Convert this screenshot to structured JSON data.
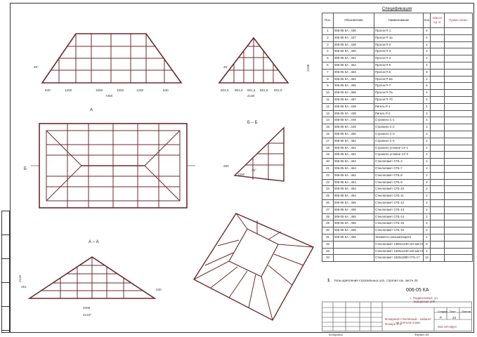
{
  "spec": {
    "title": "Спецификация",
    "headers": [
      "Поз.",
      "Обозначение",
      "Наименование",
      "Кол.",
      "Масса ед. кг",
      "Приме-чание"
    ],
    "rows": [
      [
        "1",
        "006-05 КА ..л36",
        "Прогон П-1",
        "4"
      ],
      [
        "2",
        "006-05 КА ..л37",
        "Прогон П-1а",
        "4"
      ],
      [
        "3",
        "006-05 КА ..л38",
        "Прогон П-2",
        "2"
      ],
      [
        "4",
        "006-05 КА ..л60",
        "Прогон П-3",
        "2"
      ],
      [
        "5",
        "006-05 КА ..л61",
        "Прогон П-4",
        "2"
      ],
      [
        "6",
        "006-05 КА ..л62",
        "Прогон П-5",
        "4"
      ],
      [
        "7",
        "006-05 КА ..л63",
        "Прогон П-6",
        "8"
      ],
      [
        "8",
        "006-05 КА ..л64",
        "Прогон П-6а",
        "2"
      ],
      [
        "9",
        "006-05 КА ..л65",
        "Прогон П-7",
        "6"
      ],
      [
        "10",
        "006-05 КА ..л66",
        "Прогон П-7а",
        "4"
      ],
      [
        "11",
        "006-05 КА ..л67",
        "Прогон П-7б",
        "4"
      ],
      [
        "12",
        "006-05 КА ..л38",
        "Ригель Р-1",
        "1"
      ],
      [
        "13",
        "006-05 КА ..л39",
        "Ригель Р-2",
        "2"
      ],
      [
        "14",
        "006-05 КА ..л48",
        "Стропило С-1",
        "4"
      ],
      [
        "15",
        "006-05 КА ..л49",
        "Стропило С-2",
        "4"
      ],
      [
        "16",
        "006-05 КА ..л50",
        "Стропило С-3",
        "2"
      ],
      [
        "17",
        "006-05 КА ..л52",
        "Стропило С-4",
        "2"
      ],
      [
        "18",
        "006-05 КА ..л51",
        "Стропило угловое СУ-1",
        "4"
      ],
      [
        "19",
        "006-05 КА ..л51",
        "Стропило угловое СУ-2",
        "4"
      ],
      [
        "20",
        "006-05 КА ..л64",
        "Стеклопакет СП1-4",
        "2"
      ],
      [
        "21",
        "006-05 КА ..л64",
        "Стеклопакет СП1-7",
        "2"
      ],
      [
        "22",
        "006-05 КА ..л64",
        "Стеклопакет СП1-8",
        "2"
      ],
      [
        "23",
        "006-05 КА ..л64",
        "Стеклопакет СП1-9",
        "2"
      ],
      [
        "24",
        "006-05 КА ..л64",
        "Стеклопакет СП1-10",
        "2"
      ],
      [
        "25",
        "006-05 КА ..л64",
        "Стеклопакет СП1-11",
        "2"
      ],
      [
        "26",
        "006-05 КА ..л65",
        "Стеклопакет СП1-12",
        "2"
      ],
      [
        "27",
        "006-05 КА ..л65",
        "Стеклопакет СП1-13",
        "2"
      ],
      [
        "28",
        "006-05 КА ..л65",
        "Стеклопакет СП1-14",
        "2"
      ],
      [
        "29",
        "006-05 КА ..л65",
        "Стеклопакет СП1-15",
        "2"
      ],
      [
        "30",
        "006-05 КА ..л65",
        "Стеклопакет СП1-16",
        "2"
      ],
      [
        "31",
        "006-05 КА ..л66",
        "Элементы конька/защита",
        "1"
      ],
      [
        "32",
        "",
        "Стеклопакет 1350x1240 х24 мм СП1-5",
        "8"
      ],
      [
        "33",
        "",
        "Стеклопакет 1325x1240 х40 мм СП1-6",
        "4"
      ],
      [
        "34",
        "",
        "Стеклопакет 1525x1890 СП1-17",
        "12"
      ]
    ]
  },
  "note": {
    "num": "1",
    "text": "Узлы крепления стропильных узл. стропил см. листе 24"
  },
  "title_block": {
    "code": "006-05 КА",
    "sub": "г. Подмосковье, ул. Заводская 100",
    "name": "Фонарный стеклянный... кабинет на третьем этаже",
    "stage_label": "Стадия",
    "sheet_label": "Лист",
    "sheets_label": "Листов",
    "stage": "Р",
    "sheet": "23",
    "number": "002-ЗП-ИД-0",
    "extra": "Фонарь Ф-2",
    "copied": "Копировал",
    "format": "Формат А3"
  },
  "views": {
    "section_aa": "А – А",
    "section_bb": "Б – Б",
    "cut_a": "А",
    "cut_b": "Б",
    "elev1_dims": [
      "640",
      "1250",
      "1550",
      "1550",
      "1250",
      "640"
    ],
    "elev1_total": "7350",
    "elev1_angle": "45°",
    "elev2_dims": [
      "602,6",
      "861,6",
      "861,6",
      "861,6",
      "602,6"
    ],
    "elev2_total": "4130",
    "elev2_height": "2238",
    "elev2_angle": "45°",
    "aa_width": "4009",
    "aa_total": "4134*",
    "aa_height": "2118",
    "aa_left": "251",
    "aa_right": "230",
    "bb_dims": [
      "250",
      "1250",
      "45°"
    ]
  },
  "colors": {
    "ink": "#6b2a2f",
    "lines": "#333333",
    "red": "#c0343c"
  }
}
